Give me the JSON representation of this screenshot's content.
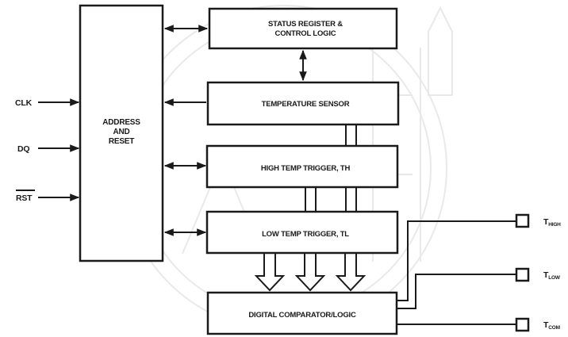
{
  "inputs": [
    {
      "id": "clk",
      "label": "CLK"
    },
    {
      "id": "dq",
      "label": "DQ"
    },
    {
      "id": "rst",
      "label": "RST"
    }
  ],
  "address_block": {
    "line1": "ADDRESS",
    "line2": "AND",
    "line3": "RESET"
  },
  "blocks": {
    "status": {
      "line1": "STATUS REGISTER &",
      "line2": "CONTROL LOGIC"
    },
    "temp_sensor": {
      "label": "TEMPERATURE SENSOR"
    },
    "high_trigger": {
      "label": "HIGH TEMP TRIGGER, TH"
    },
    "low_trigger": {
      "label": "LOW TEMP TRIGGER, TL"
    },
    "comparator": {
      "label": "DIGITAL COMPARATOR/LOGIC"
    }
  },
  "outputs": [
    {
      "id": "thigh",
      "main": "T",
      "sub": "HIGH"
    },
    {
      "id": "tlow",
      "main": "T",
      "sub": "LOW"
    },
    {
      "id": "tcom",
      "main": "T",
      "sub": "COM"
    }
  ],
  "colors": {
    "ink": "#1a1a1a",
    "background": "#ffffff",
    "watermark": "#e9e9e9"
  }
}
